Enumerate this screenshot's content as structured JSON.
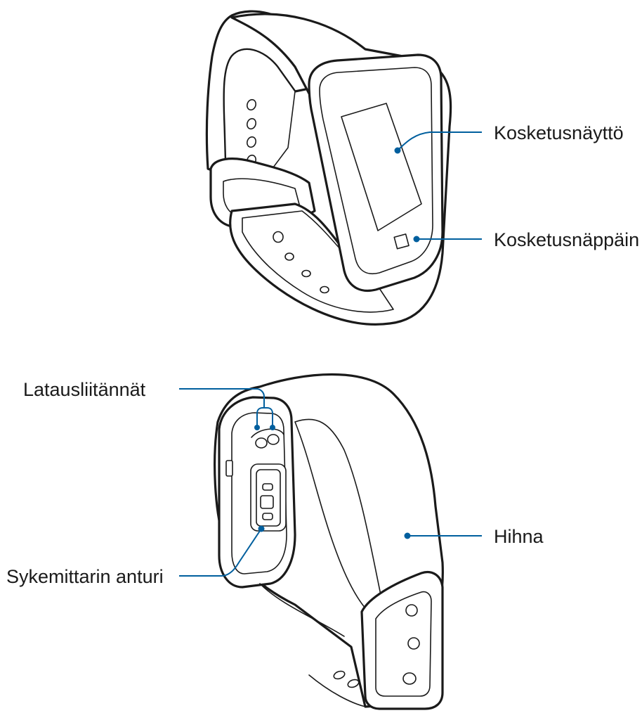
{
  "labels": {
    "touchscreen": "Kosketusnäyttö",
    "touch_key": "Kosketusnäppäin",
    "charging_contacts": "Latausliitännät",
    "heart_rate_sensor": "Sykemittarin anturi",
    "strap": "Hihna"
  },
  "colors": {
    "leader": "#005f9e",
    "outline": "#1a1a1a",
    "background": "#ffffff"
  }
}
